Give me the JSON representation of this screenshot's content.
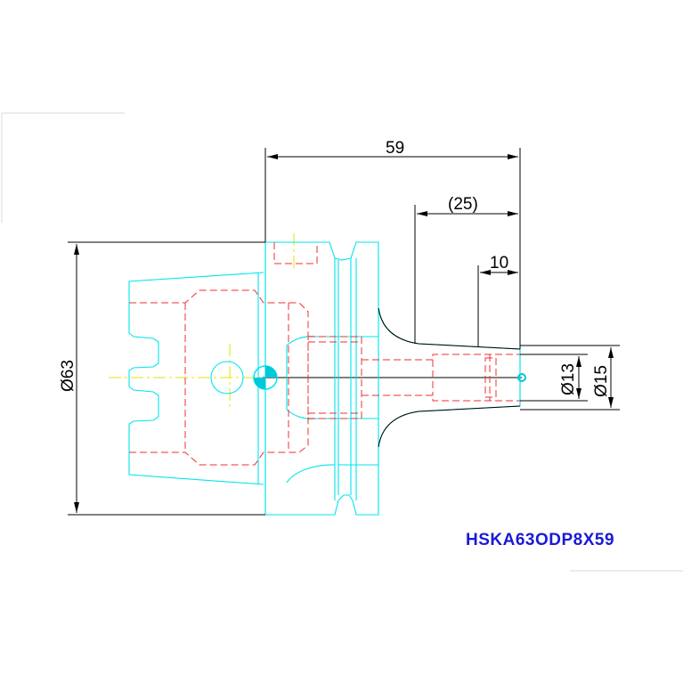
{
  "drawing": {
    "model_code": "HSKA63ODP8X59",
    "dimensions": {
      "overall_length": "59",
      "bore_depth": "(25)",
      "tip_length": "10",
      "flange_diameter": "Ø63",
      "inner_diameter": "Ø13",
      "outer_diameter": "Ø15"
    },
    "colors": {
      "outline": "#00e5ee",
      "hidden_line": "#ee3030",
      "centerline": "#e6e600",
      "dimension": "#000000",
      "label": "#1a1ad6"
    }
  }
}
